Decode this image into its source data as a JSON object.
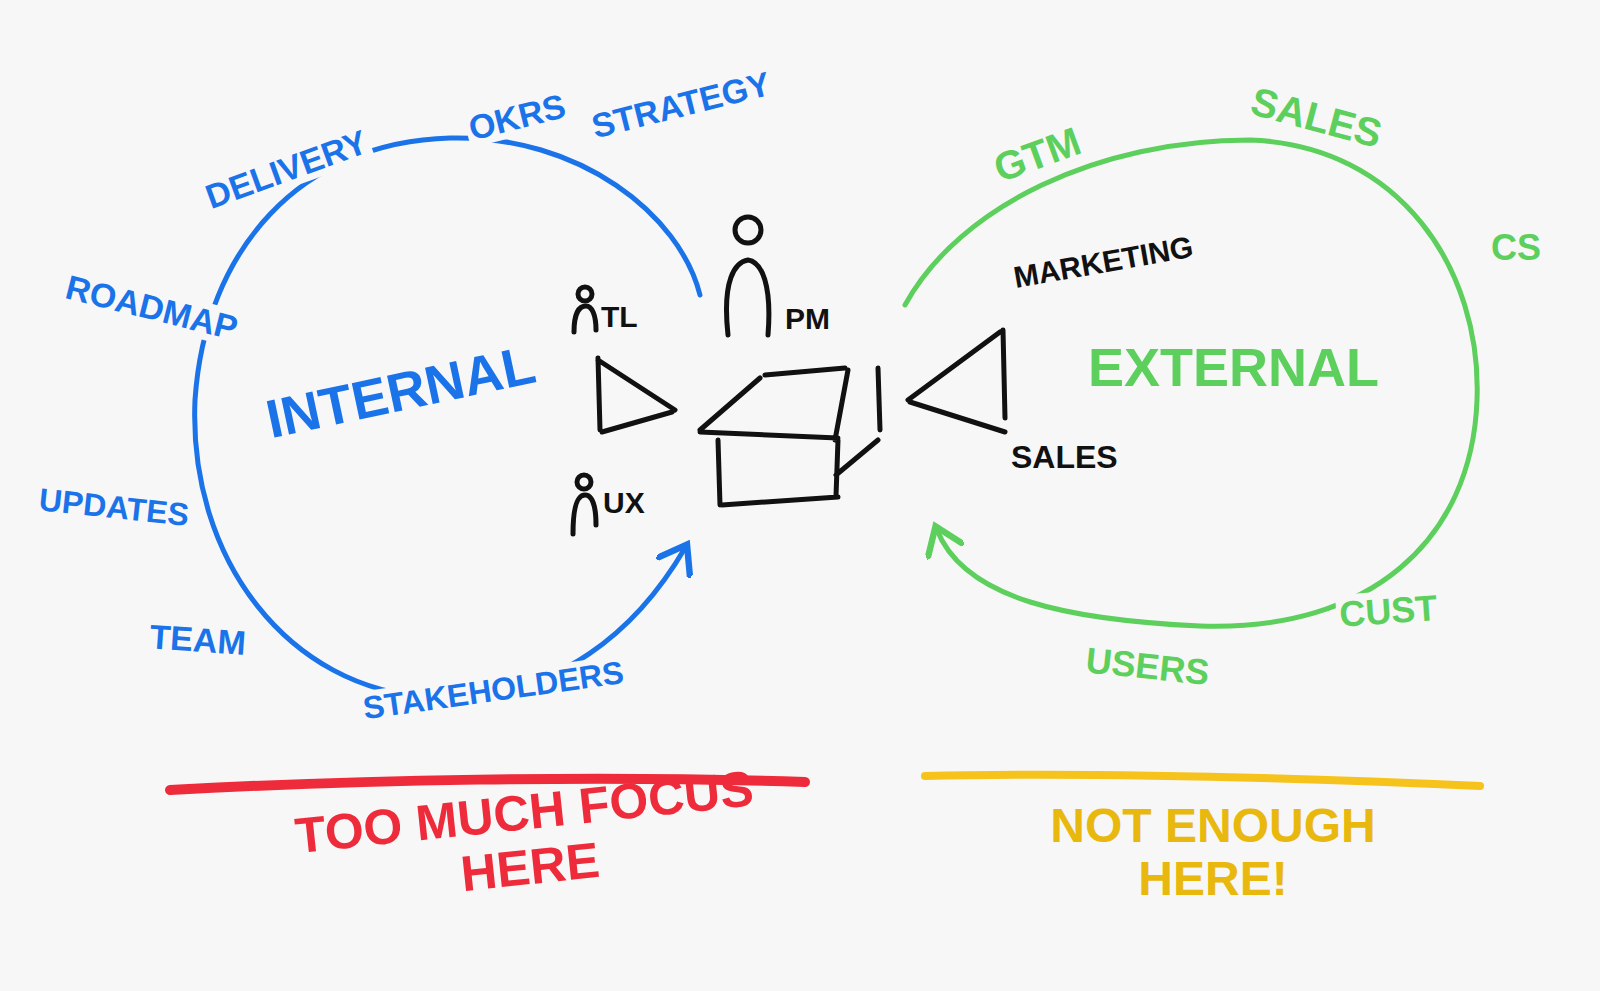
{
  "diagram": {
    "labels": [
      "STRATEGY",
      "OKRS",
      "DELIVERY",
      "ROADMAP",
      "UPDATES",
      "TEAM",
      "STAKEHOLDERS",
      "INTERNAL",
      "TL",
      "PM",
      "UX",
      "MARKETING",
      "SALES",
      "GTM",
      "SALES",
      "CS",
      "EXTERNAL",
      "CUST",
      "USERS",
      "TOO MUCH FOCUS HERE",
      "NOT ENOUGH HERE!"
    ]
  }
}
